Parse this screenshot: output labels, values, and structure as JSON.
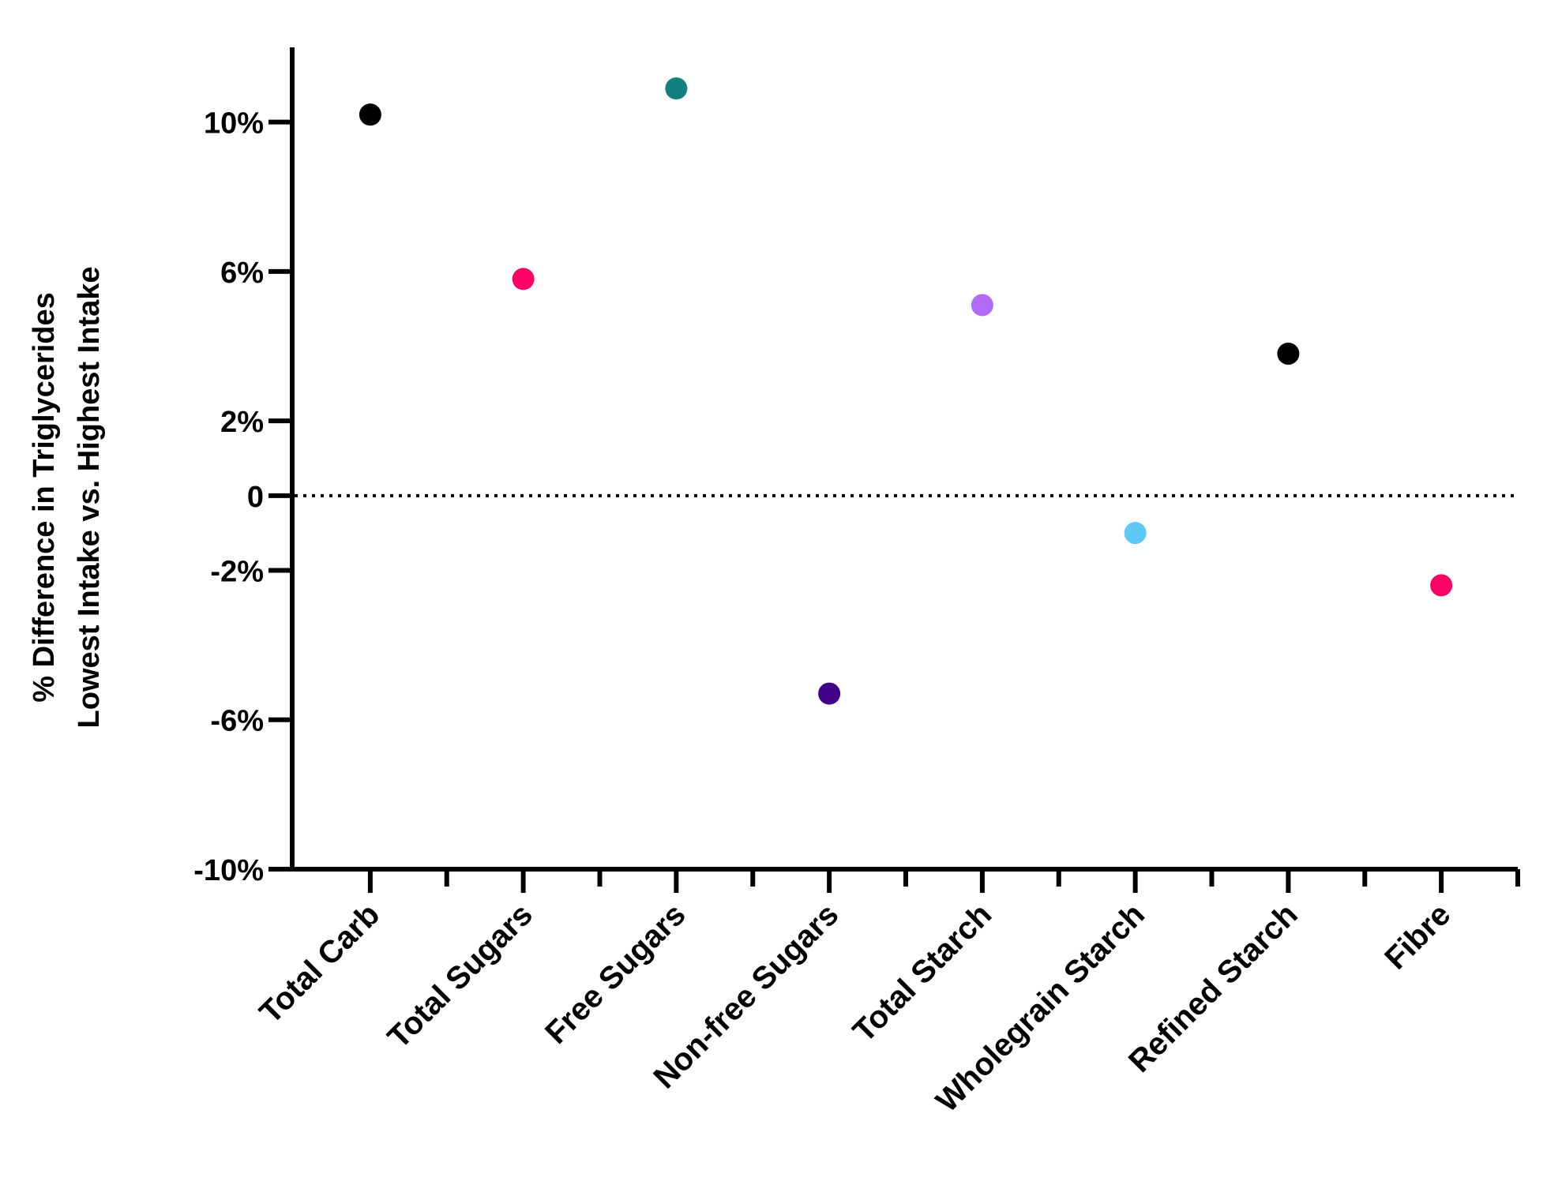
{
  "chart_data": {
    "type": "scatter",
    "ylabel_lines": [
      "% Difference in Triglycerides",
      "Lowest Intake vs. Highest Intake"
    ],
    "xlabel": "",
    "ylim": [
      -10,
      12
    ],
    "y_ticks": [
      {
        "value": 10,
        "label": "10%"
      },
      {
        "value": 6,
        "label": "6%"
      },
      {
        "value": 2,
        "label": "2%"
      },
      {
        "value": 0,
        "label": "0"
      },
      {
        "value": -2,
        "label": "-2%"
      },
      {
        "value": -6,
        "label": "-6%"
      },
      {
        "value": -10,
        "label": "-10%"
      }
    ],
    "reference_line": {
      "y": 0,
      "style": "dotted"
    },
    "categories": [
      "Total Carb",
      "Total Sugars",
      "Free Sugars",
      "Non-free Sugars",
      "Total Starch",
      "Wholegrain Starch",
      "Refined Starch",
      "Fibre"
    ],
    "values": [
      10.2,
      5.8,
      10.9,
      -5.3,
      5.1,
      -1.0,
      3.8,
      -2.4
    ],
    "colors": [
      "#000000",
      "#ff0066",
      "#137f7f",
      "#40008a",
      "#b16bf8",
      "#5ec8f7",
      "#000000",
      "#ff0066"
    ],
    "grid": false,
    "legend": "none"
  }
}
